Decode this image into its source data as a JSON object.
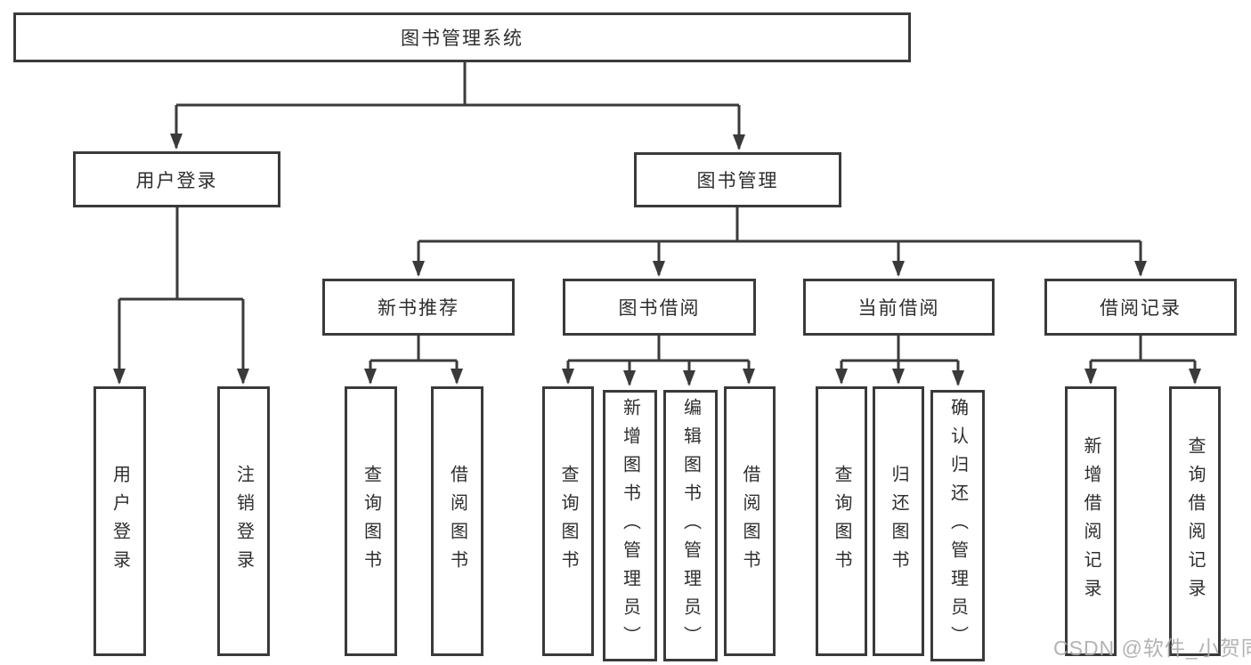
{
  "colors": {
    "line": "#3a3a3a",
    "text": "#2e2e2e",
    "background": "#ffffff",
    "watermark": "#acacac"
  },
  "watermark": {
    "text": "CSDN @软件_小贺同学"
  },
  "tree": {
    "root": {
      "label": "图书管理系统",
      "children": [
        {
          "label": "用户登录",
          "children": [
            {
              "label": "用户登录"
            },
            {
              "label": "注销登录"
            }
          ]
        },
        {
          "label": "图书管理",
          "children": [
            {
              "label": "新书推荐",
              "children": [
                {
                  "label": "查询图书"
                },
                {
                  "label": "借阅图书"
                }
              ]
            },
            {
              "label": "图书借阅",
              "children": [
                {
                  "label": "查询图书"
                },
                {
                  "label": "新增图书（管理员）"
                },
                {
                  "label": "编辑图书（管理员）"
                },
                {
                  "label": "借阅图书"
                }
              ]
            },
            {
              "label": "当前借阅",
              "children": [
                {
                  "label": "查询图书"
                },
                {
                  "label": "归还图书"
                },
                {
                  "label": "确认归还（管理员）"
                }
              ]
            },
            {
              "label": "借阅记录",
              "children": [
                {
                  "label": "新增借阅记录"
                },
                {
                  "label": "查询借阅记录"
                }
              ]
            }
          ]
        }
      ]
    }
  }
}
